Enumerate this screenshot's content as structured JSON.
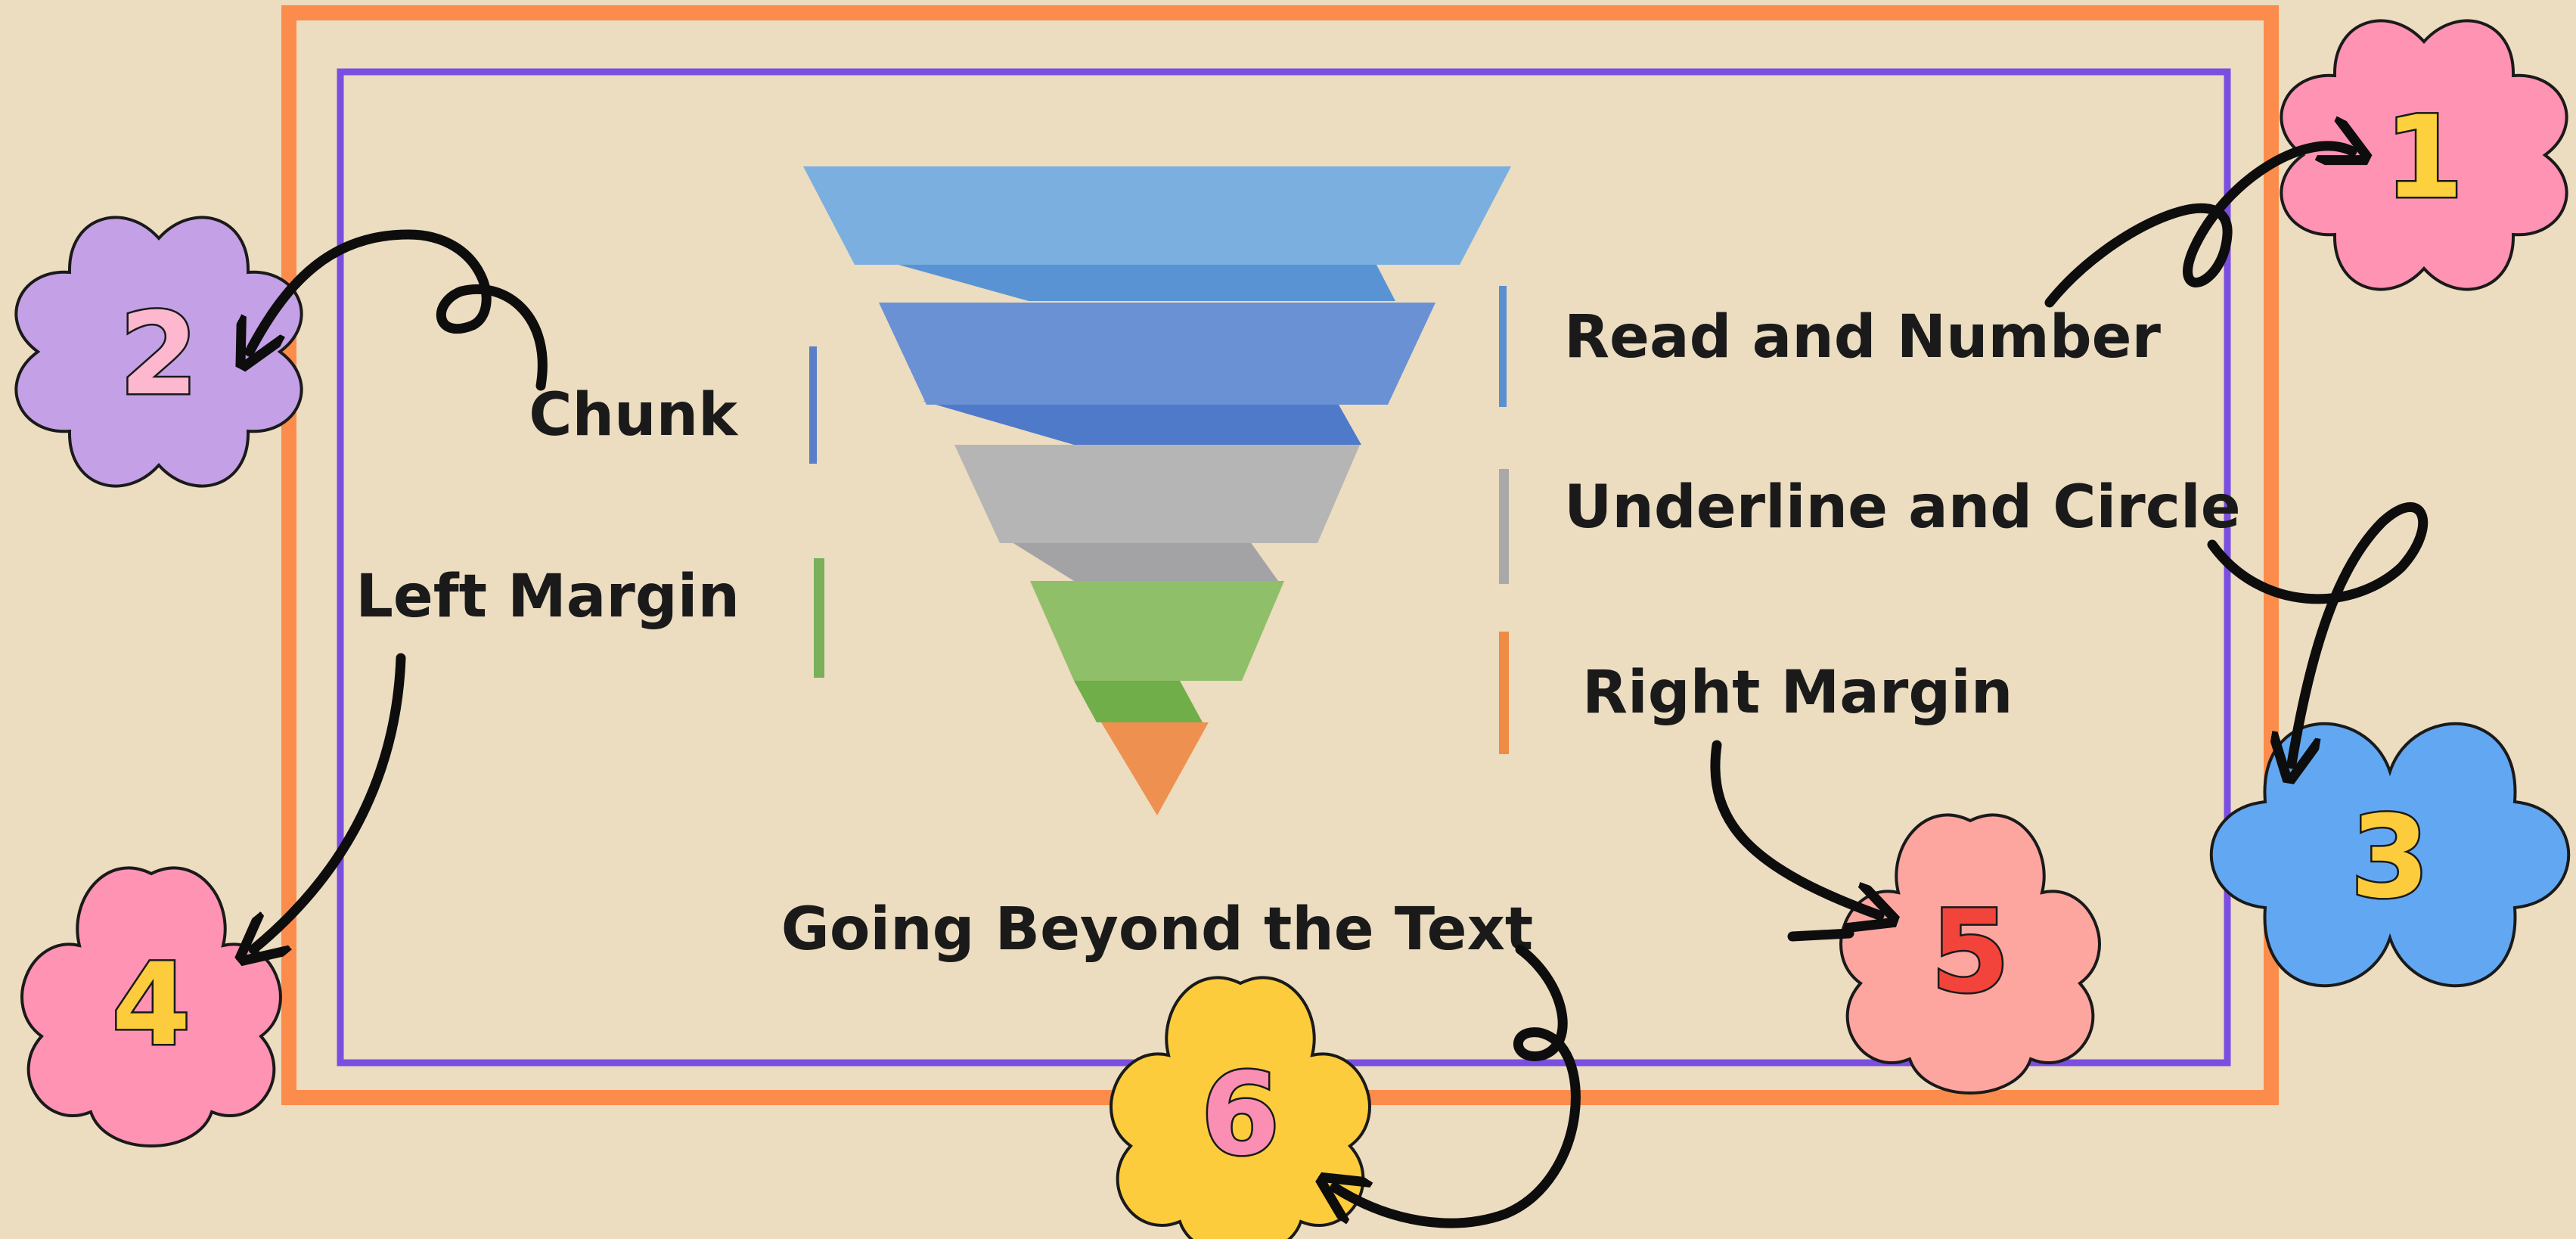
{
  "funnel": {
    "stage_labels": {
      "chunk": "Chunk",
      "left_margin": "Left Margin",
      "read_and_number": "Read and Number",
      "underline_and_circle": "Underline and Circle",
      "right_margin": "Right Margin"
    },
    "bottom_label": "Going Beyond the Text"
  },
  "badges": {
    "one": "1",
    "two": "2",
    "three": "3",
    "four": "4",
    "five": "5",
    "six": "6"
  },
  "colors": {
    "background": "#ecdcc0",
    "outer_frame": "#fb8c4b",
    "inner_frame": "#7a4ee0",
    "funnel_light_blue": "#7aafe0",
    "funnel_blue": "#6a91d4",
    "funnel_gray": "#b5b5b5",
    "funnel_green": "#8fbf68",
    "funnel_orange": "#ee9150",
    "badge_pink": "#ff93b3",
    "badge_purple": "#c4a0e6",
    "badge_blue": "#62a7f1",
    "badge_salmon": "#fda6a0",
    "badge_yellow": "#fccc3c"
  }
}
